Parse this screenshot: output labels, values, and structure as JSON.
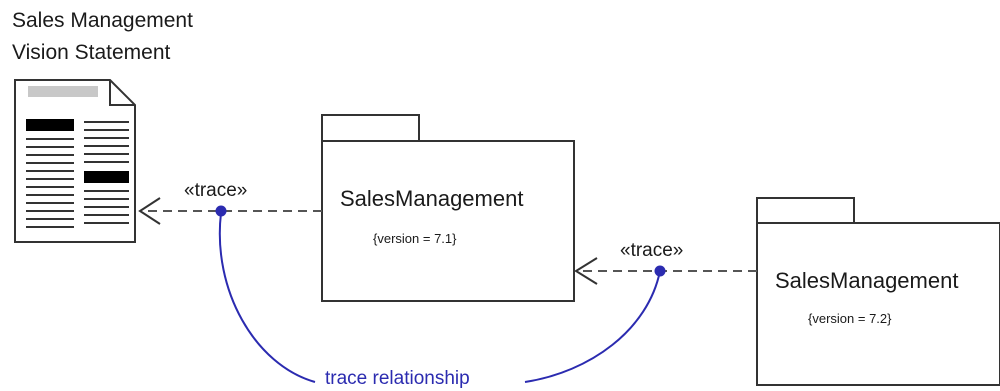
{
  "document": {
    "title_line1": "Sales Management",
    "title_line2": "Vision Statement",
    "icon": "document-icon"
  },
  "packages": [
    {
      "name": "SalesManagement",
      "constraint": "{version = 7.1}"
    },
    {
      "name": "SalesManagement",
      "constraint": "{version = 7.2}"
    }
  ],
  "dependencies": [
    {
      "stereotype": "«trace»",
      "style": "dashed",
      "arrow": "open"
    },
    {
      "stereotype": "«trace»",
      "style": "dashed",
      "arrow": "open"
    }
  ],
  "annotation": {
    "label": "trace relationship",
    "color": "#2b2bb0"
  },
  "colors": {
    "line": "#333333",
    "accent": "#2b2bb0",
    "doc_bar_light": "#c8c8c8",
    "doc_bar_dark": "#000000"
  }
}
